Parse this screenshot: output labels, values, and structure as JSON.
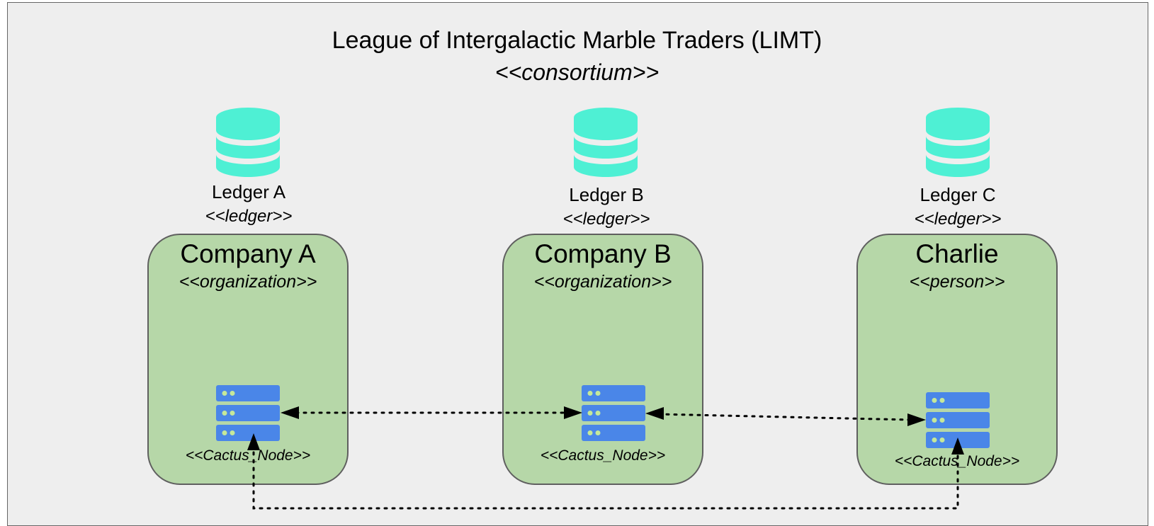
{
  "consortium": {
    "title": "League of Intergalactic Marble Traders (LIMT)",
    "stereotype": "<<consortium>>"
  },
  "ledgers": [
    {
      "name": "Ledger A",
      "stereotype": "<<ledger>>"
    },
    {
      "name": "Ledger B",
      "stereotype": "<<ledger>>"
    },
    {
      "name": "Ledger C",
      "stereotype": "<<ledger>>"
    }
  ],
  "members": [
    {
      "name": "Company A",
      "stereotype": "<<organization>>",
      "node_label": "<<Cactus_Node>>"
    },
    {
      "name": "Company B",
      "stereotype": "<<organization>>",
      "node_label": "<<Cactus_Node>>"
    },
    {
      "name": "Charlie",
      "stereotype": "<<person>>",
      "node_label": "<<Cactus_Node>>"
    }
  ],
  "icons": {
    "ledger": "database-icon",
    "node": "server-icon"
  },
  "colors": {
    "background": "#eeeeee",
    "member_fill": "#b6d7a8",
    "database": "#4ef0d4",
    "server": "#4a86e8",
    "server_dots": "#c5e89a"
  }
}
